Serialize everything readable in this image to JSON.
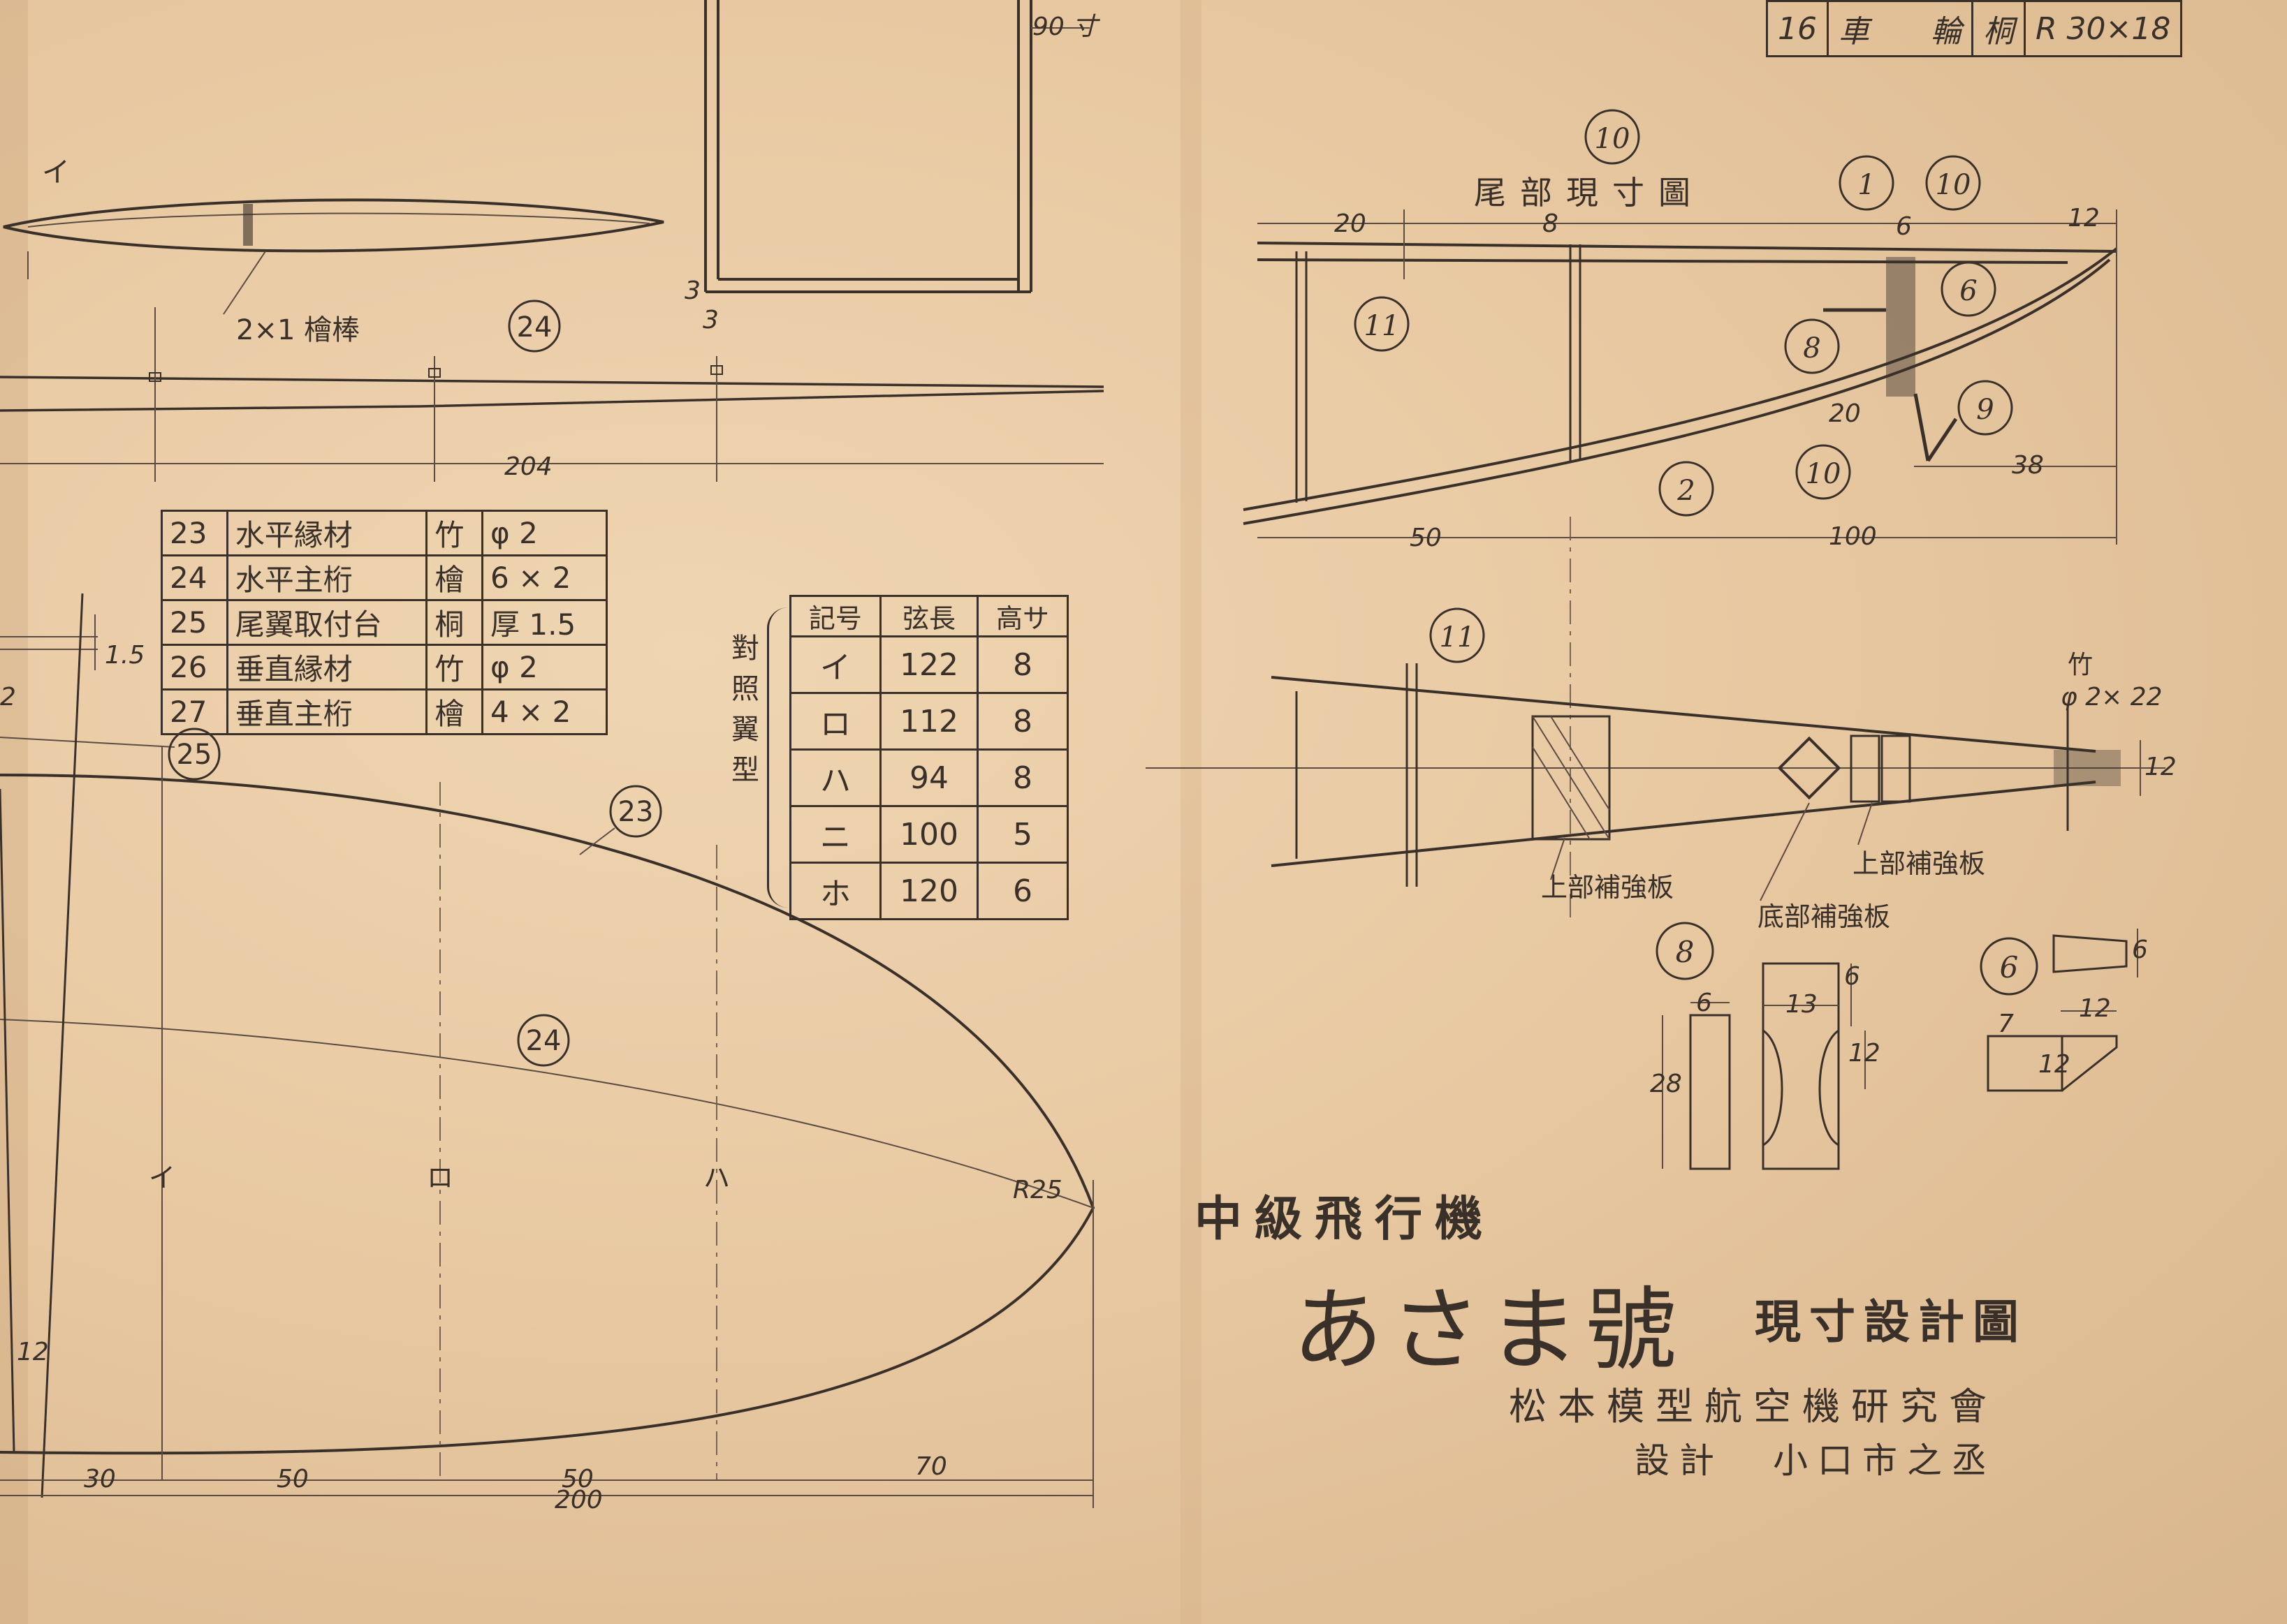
{
  "corner_table": {
    "no": "16",
    "name": "車　　輪",
    "material": "桐",
    "size": "R 30×18"
  },
  "left_sheet": {
    "top_dim": "90 寸",
    "section_label": "イ",
    "stick_note": "2×1 檜棒",
    "part_24_label": "24",
    "span_dim": "204",
    "small_dims": {
      "a": "3",
      "b": "3",
      "c": "1.5",
      "d": "2",
      "e": "12"
    },
    "parts": [
      {
        "no": "23",
        "name": "水平縁材",
        "material": "竹",
        "size": "φ 2"
      },
      {
        "no": "24",
        "name": "水平主桁",
        "material": "檜",
        "size": "6 × 2"
      },
      {
        "no": "25",
        "name": "尾翼取付台",
        "material": "桐",
        "size": "厚 1.5"
      },
      {
        "no": "26",
        "name": "垂直縁材",
        "material": "竹",
        "size": "φ 2"
      },
      {
        "no": "27",
        "name": "垂直主桁",
        "material": "檜",
        "size": "4 × 2"
      }
    ],
    "chord_table_label": "對照翼型",
    "chord_table": {
      "headers": [
        "記号",
        "弦長",
        "高サ"
      ],
      "rows": [
        [
          "イ",
          "122",
          "8"
        ],
        [
          "ロ",
          "112",
          "8"
        ],
        [
          "ハ",
          "94",
          "8"
        ],
        [
          "ニ",
          "100",
          "5"
        ],
        [
          "ホ",
          "120",
          "6"
        ]
      ]
    },
    "wing_callouts": [
      "25",
      "23",
      "24"
    ],
    "station_labels": [
      "イ",
      "ロ",
      "ハ"
    ],
    "radius_label": "R25",
    "bottom_dims": [
      "30",
      "50",
      "50",
      "70",
      "200"
    ]
  },
  "right_sheet": {
    "tail_title": "尾部現寸圖",
    "callouts": [
      "10",
      "1",
      "10",
      "6",
      "8",
      "9",
      "2",
      "10",
      "11",
      "11",
      "8",
      "6"
    ],
    "dims": {
      "d20": "20",
      "d8": "8",
      "d6": "6",
      "d12": "12",
      "d20b": "20",
      "d38": "38",
      "d50": "50",
      "d100": "100",
      "d12b": "12"
    },
    "bamboo_note": "竹",
    "bamboo_size": "φ 2× 22",
    "labels": {
      "upper_plate_left": "上部補強板",
      "bottom_plate": "底部補強板",
      "upper_plate_right": "上部補強板"
    },
    "detail8_dims": [
      "6",
      "13",
      "6",
      "12",
      "28"
    ],
    "detail6_dims": [
      "6",
      "7",
      "12",
      "12"
    ]
  },
  "title_block": {
    "class": "中級飛行機",
    "name": "あさま號",
    "type": "現寸設計圖",
    "organization": "松本模型航空機研究會",
    "designer_label": "設計",
    "designer_name": "小口市之丞"
  }
}
